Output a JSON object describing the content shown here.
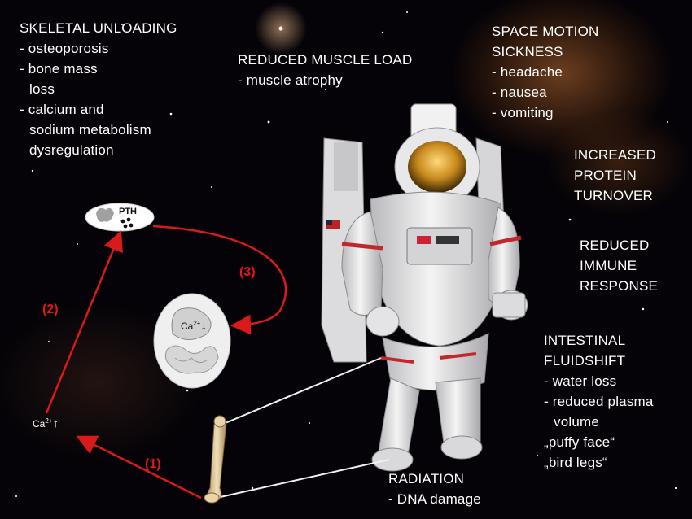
{
  "skeletal": {
    "title": "SKELETAL UNLOADING",
    "lines": [
      "- osteoporosis",
      "- bone mass",
      "  loss",
      "- calcium and",
      "  sodium metabolism",
      "  dysregulation"
    ]
  },
  "muscle": {
    "title": "REDUCED MUSCLE LOAD",
    "lines": [
      "- muscle atrophy"
    ]
  },
  "motion": {
    "title_lines": [
      "SPACE MOTION",
      "SICKNESS"
    ],
    "lines": [
      "- headache",
      "- nausea",
      "- vomiting"
    ]
  },
  "protein": {
    "lines": [
      "INCREASED",
      "PROTEIN",
      "TURNOVER"
    ]
  },
  "immune": {
    "lines": [
      "REDUCED",
      "IMMUNE",
      "RESPONSE"
    ]
  },
  "intestinal": {
    "title_lines": [
      "INTESTINAL",
      "FLUIDSHIFT"
    ],
    "lines": [
      "- water loss",
      "- reduced plasma",
      "  volume",
      "„puffy face“",
      "„bird legs“"
    ]
  },
  "radiation": {
    "title": "RADIATION",
    "lines": [
      "- DNA damage"
    ]
  },
  "loop": {
    "step1": "(1)",
    "step2": "(2)",
    "step3": "(3)",
    "pth_label": "PTH",
    "ca_label": "Ca",
    "ca_charge": "2+",
    "ca_up_arrow": "↑",
    "ca_down_arrow": "↓",
    "arrow_color": "#d81a1a"
  }
}
